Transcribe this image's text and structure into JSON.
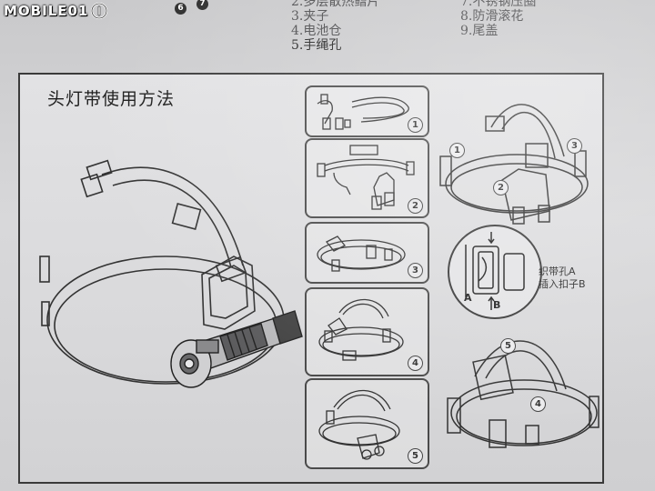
{
  "watermark": {
    "brand": "MOBILE01"
  },
  "parts_list": {
    "left_column": [
      {
        "num": "2",
        "text": "多层散热鳍片"
      },
      {
        "num": "3",
        "text": "夹子"
      },
      {
        "num": "4",
        "text": "电池仓"
      },
      {
        "num": "5",
        "text": "手绳孔"
      }
    ],
    "right_column": [
      {
        "num": "7",
        "text": "不锈钢压圈"
      },
      {
        "num": "8",
        "text": "防滑滚花"
      },
      {
        "num": "9",
        "text": "尾盖"
      }
    ],
    "top_bullets": [
      "6",
      "7"
    ]
  },
  "panel": {
    "title": "头灯带使用方法"
  },
  "steps": [
    {
      "num": "1"
    },
    {
      "num": "2"
    },
    {
      "num": "3"
    },
    {
      "num": "4"
    },
    {
      "num": "5"
    }
  ],
  "assembly_labels": [
    "1",
    "2",
    "3",
    "4",
    "5"
  ],
  "detail": {
    "line1": "织带孔A",
    "line2": "插入扣子B",
    "letter_a": "A",
    "letter_b": "B"
  }
}
